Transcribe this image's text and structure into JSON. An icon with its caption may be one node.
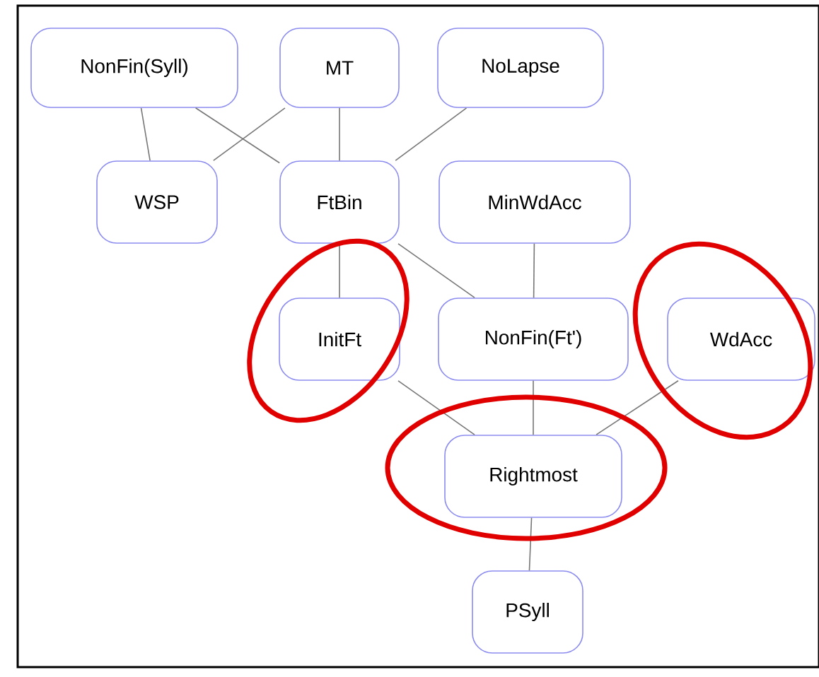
{
  "diagram": {
    "nodes": [
      {
        "text": [
          "NonFin(Syll)"
        ]
      },
      {
        "text": [
          "MT"
        ]
      },
      {
        "text": [
          "NoLapse"
        ]
      },
      {
        "text": [
          "WSP"
        ]
      },
      {
        "text": [
          "FtBin"
        ]
      },
      {
        "text": [
          "MinWdAcc"
        ]
      },
      {
        "text": [
          "InitFt"
        ]
      },
      {
        "text": [
          "NonFin(Ft')"
        ]
      },
      {
        "text": [
          "WdAcc"
        ]
      },
      {
        "text": [
          "Rightmost"
        ]
      },
      {
        "text": [
          "PSyll"
        ]
      }
    ],
    "edges": [
      {
        "from": 0,
        "to": 3,
        "arrow": "none"
      },
      {
        "from": 0,
        "to": 4,
        "arrow": "none"
      },
      {
        "from": 1,
        "to": 3,
        "arrow": "none"
      },
      {
        "from": 1,
        "to": 4,
        "arrow": "none"
      },
      {
        "from": 2,
        "to": 4,
        "arrow": "none"
      },
      {
        "from": 4,
        "to": 6,
        "arrow": "none"
      },
      {
        "from": 4,
        "to": 7,
        "arrow": "none"
      },
      {
        "from": 5,
        "to": 7,
        "arrow": "none"
      },
      {
        "from": 6,
        "to": 9,
        "arrow": "none"
      },
      {
        "from": 7,
        "to": 9,
        "arrow": "none"
      },
      {
        "from": 8,
        "to": 9,
        "arrow": "none"
      },
      {
        "from": 9,
        "to": 10,
        "arrow": "none"
      }
    ]
  }
}
